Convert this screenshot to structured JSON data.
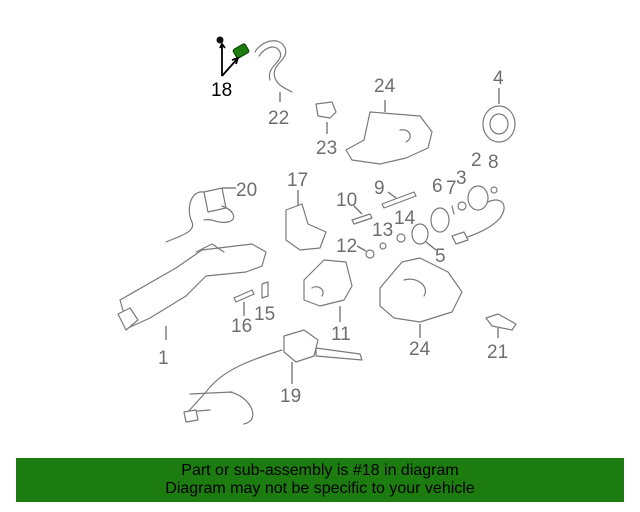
{
  "callouts": {
    "c1": "1",
    "c2": "2",
    "c3": "3",
    "c4": "4",
    "c5": "5",
    "c6": "6",
    "c7": "7",
    "c8": "8",
    "c9": "9",
    "c10": "10",
    "c11": "11",
    "c12": "12",
    "c13": "13",
    "c14": "14",
    "c15": "15",
    "c16": "16",
    "c17": "17",
    "c18": "18",
    "c19": "19",
    "c20": "20",
    "c21": "21",
    "c22": "22",
    "c23": "23",
    "c24a": "24",
    "c24b": "24"
  },
  "highlight_part": "18",
  "colors": {
    "highlight": "#000000",
    "part_highlight": "#1c7c10",
    "banner": "#1c7c10",
    "callout": "#6e6e6e"
  },
  "banner": {
    "line1": "Part or sub-assembly is #18 in diagram",
    "line2": "Diagram may not be specific to your vehicle"
  }
}
